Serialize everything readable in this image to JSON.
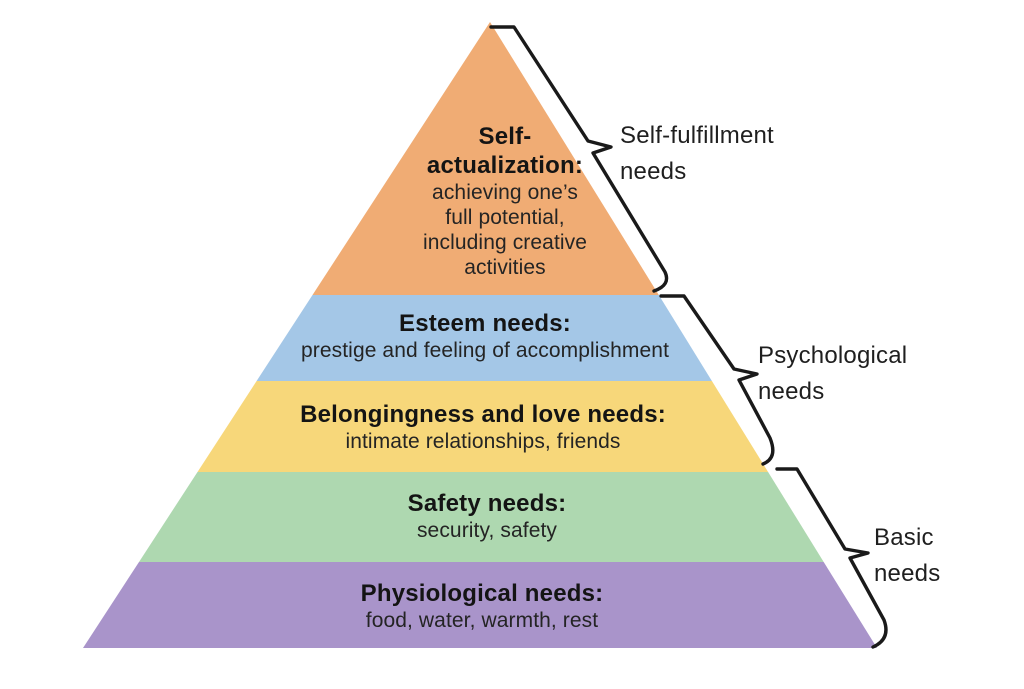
{
  "diagram": {
    "name": "Maslow's hierarchy of needs pyramid",
    "background": "#FFFFFF",
    "line_color": "#1A1A1A",
    "levels": [
      {
        "id": "self-actualization",
        "heading_lines": [
          "Self-",
          "actualization:"
        ],
        "body_lines": [
          "achieving one’s",
          "full potential,",
          "including creative",
          "activities"
        ],
        "color": "#F0AC74"
      },
      {
        "id": "esteem",
        "heading_lines": [
          "Esteem needs:"
        ],
        "body_lines": [
          "prestige and feeling of accomplishment"
        ],
        "color": "#A4C7E7"
      },
      {
        "id": "belongingness-and-love",
        "heading_lines": [
          "Belongingness and love needs:"
        ],
        "body_lines": [
          "intimate relationships, friends"
        ],
        "color": "#F7D77A"
      },
      {
        "id": "safety",
        "heading_lines": [
          "Safety needs:"
        ],
        "body_lines": [
          "security, safety"
        ],
        "color": "#AED8B0"
      },
      {
        "id": "physiological",
        "heading_lines": [
          "Physiological needs:"
        ],
        "body_lines": [
          "food, water, warmth, rest"
        ],
        "color": "#A994CA"
      }
    ],
    "groups": [
      {
        "id": "self-fulfillment",
        "label_lines": [
          "Self-fulfillment",
          "needs"
        ]
      },
      {
        "id": "psychological",
        "label_lines": [
          "Psychological",
          "needs"
        ]
      },
      {
        "id": "basic",
        "label_lines": [
          "Basic",
          "needs"
        ]
      }
    ]
  }
}
